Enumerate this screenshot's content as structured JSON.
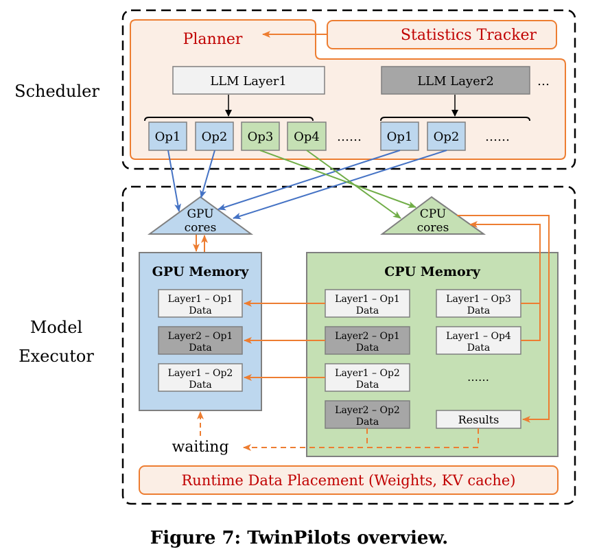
{
  "side_labels": {
    "scheduler": "Scheduler",
    "executor_line1": "Model",
    "executor_line2": "Executor"
  },
  "scheduler": {
    "planner_label": "Planner",
    "tracker_label": "Statistics Tracker",
    "layers": [
      {
        "label": "LLM Layer1",
        "ops": [
          "Op1",
          "Op2",
          "Op3",
          "Op4"
        ],
        "more": "……"
      },
      {
        "label": "LLM Layer2",
        "ops": [
          "Op1",
          "Op2"
        ],
        "more": "……"
      }
    ],
    "more_layers": "…"
  },
  "executor": {
    "gpu_cores": [
      "GPU",
      "cores"
    ],
    "cpu_cores": [
      "CPU",
      "cores"
    ],
    "gpu_memory": {
      "title": "GPU Memory",
      "items": [
        {
          "line1": "Layer1 – Op1",
          "line2": "Data"
        },
        {
          "line1": "Layer2 – Op1",
          "line2": "Data"
        },
        {
          "line1": "Layer1 – Op2",
          "line2": "Data"
        }
      ]
    },
    "cpu_memory": {
      "title": "CPU Memory",
      "col1": [
        {
          "line1": "Layer1 – Op1",
          "line2": "Data"
        },
        {
          "line1": "Layer2 – Op1",
          "line2": "Data"
        },
        {
          "line1": "Layer1 – Op2",
          "line2": "Data"
        },
        {
          "line1": "Layer2 – Op2",
          "line2": "Data"
        }
      ],
      "col2": [
        {
          "line1": "Layer1 – Op3",
          "line2": "Data"
        },
        {
          "line1": "Layer1 – Op4",
          "line2": "Data"
        }
      ],
      "ellipsis": "……",
      "results": "Results"
    },
    "waiting": "waiting",
    "placement": "Runtime Data Placement (Weights, KV cache)"
  },
  "caption": "Figure 7: TwinPilots overview.",
  "colors": {
    "orange": "#ed7d31",
    "red_text": "#c00000",
    "planner_fill": "#fbeee5",
    "blue_fill": "#bdd7ee",
    "green_fill": "#c5e0b4",
    "light_box": "#f2f2f2",
    "dark_box": "#a6a6a6",
    "blue_arrow": "#4472c4",
    "green_arrow": "#70ad47"
  }
}
